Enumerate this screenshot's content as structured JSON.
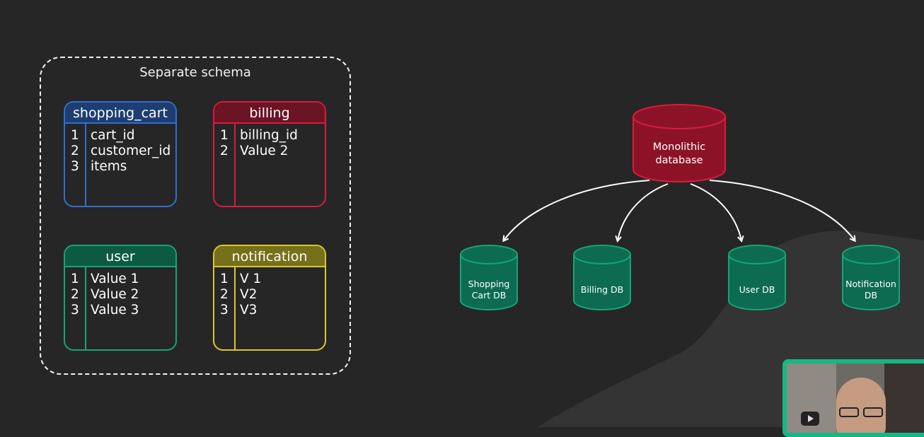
{
  "schema": {
    "title": "Separate schema",
    "tables": [
      {
        "name": "shopping_cart",
        "color": "#2f6fd1",
        "rows": [
          [
            "1",
            "cart_id"
          ],
          [
            "2",
            "customer_id"
          ],
          [
            "3",
            "items"
          ]
        ]
      },
      {
        "name": "billing",
        "color": "#d81b3e",
        "rows": [
          [
            "1",
            "billing_id"
          ],
          [
            "2",
            "Value 2"
          ]
        ]
      },
      {
        "name": "user",
        "color": "#15a574",
        "rows": [
          [
            "1",
            "Value 1"
          ],
          [
            "2",
            "Value 2"
          ],
          [
            "3",
            "Value 3"
          ]
        ]
      },
      {
        "name": "notification",
        "color": "#d8c92a",
        "rows": [
          [
            "1",
            "V 1"
          ],
          [
            "2",
            "V2"
          ],
          [
            "3",
            "V3"
          ]
        ]
      }
    ]
  },
  "diagram": {
    "source": {
      "line1": "Monolithic",
      "line2": "database",
      "color": "#8c1327"
    },
    "targets": [
      {
        "line1": "Shopping",
        "line2": "Cart DB"
      },
      {
        "line1": "Billing DB",
        "line2": ""
      },
      {
        "line1": "User DB",
        "line2": ""
      },
      {
        "line1": "Notification",
        "line2": "DB"
      }
    ],
    "target_color": "#0d6b52"
  }
}
